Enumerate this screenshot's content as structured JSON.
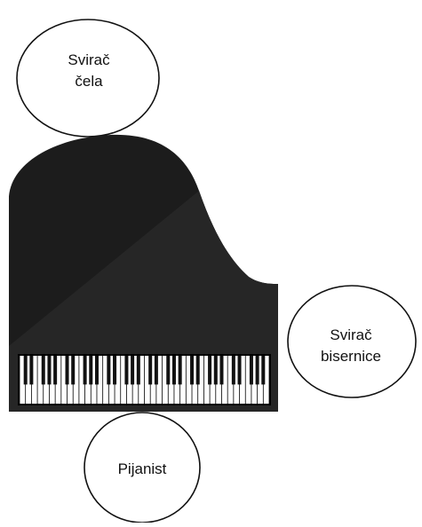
{
  "diagram": {
    "nodes": {
      "cello_player": {
        "lines": [
          "Svirač",
          "čela"
        ]
      },
      "pearl_player": {
        "lines": [
          "Svirač",
          "bisernice"
        ]
      },
      "pianist": {
        "lines": [
          "Pijanist"
        ]
      }
    },
    "piano": {
      "icon": "grand-piano-icon",
      "body_color": "#1c1c1c",
      "body_highlight_color": "#2e2e2e",
      "white_key_color": "#ffffff",
      "black_key_color": "#111111",
      "white_key_count": 42
    },
    "circle_stroke_color": "#111111"
  }
}
